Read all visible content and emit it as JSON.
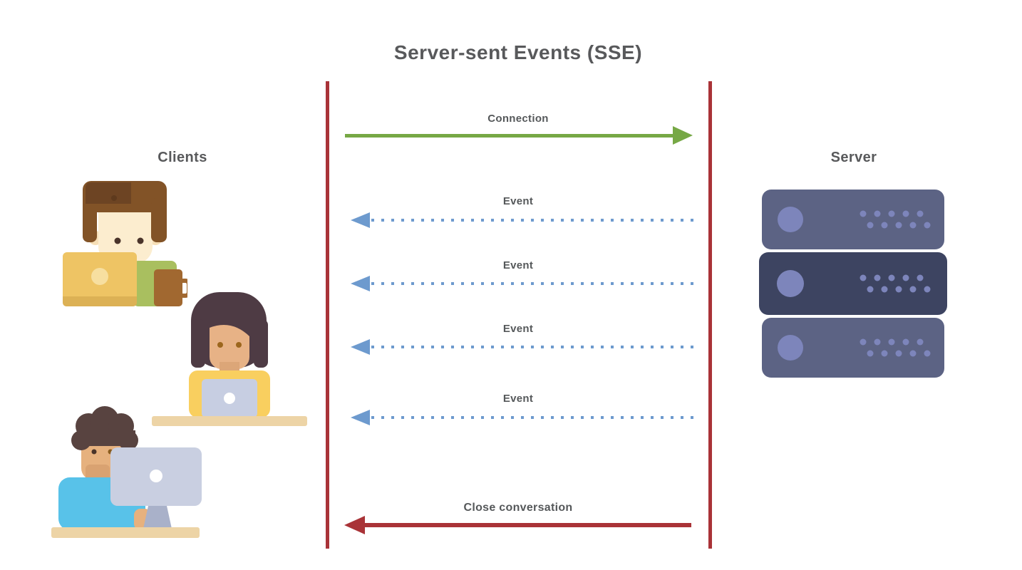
{
  "title": "Server-sent Events (SSE)",
  "clients": {
    "label": "Clients",
    "people_icons": [
      "man-with-laptop-icon",
      "woman-with-laptop-icon",
      "man-with-desktop-icon"
    ]
  },
  "server": {
    "label": "Server",
    "icon": "server-rack-icon",
    "rack_units": 3
  },
  "messages": [
    {
      "label": "Connection",
      "from": "clients",
      "to": "server",
      "line_style": "solid",
      "color": "#76a845"
    },
    {
      "label": "Event",
      "from": "server",
      "to": "clients",
      "line_style": "dotted",
      "color": "#6d9ace"
    },
    {
      "label": "Event",
      "from": "server",
      "to": "clients",
      "line_style": "dotted",
      "color": "#6d9ace"
    },
    {
      "label": "Event",
      "from": "server",
      "to": "clients",
      "line_style": "dotted",
      "color": "#6d9ace"
    },
    {
      "label": "Event",
      "from": "server",
      "to": "clients",
      "line_style": "dotted",
      "color": "#6d9ace"
    },
    {
      "label": "Close conversation",
      "from": "server",
      "to": "clients",
      "line_style": "solid",
      "color": "#a93337"
    }
  ],
  "colors": {
    "lifeline": "#a93338",
    "connection_arrow": "#76a845",
    "event_arrow": "#6d9ace",
    "close_arrow": "#a93337",
    "heading_text": "#58595b",
    "label_text": "#55585a",
    "background": "#ffffff"
  }
}
